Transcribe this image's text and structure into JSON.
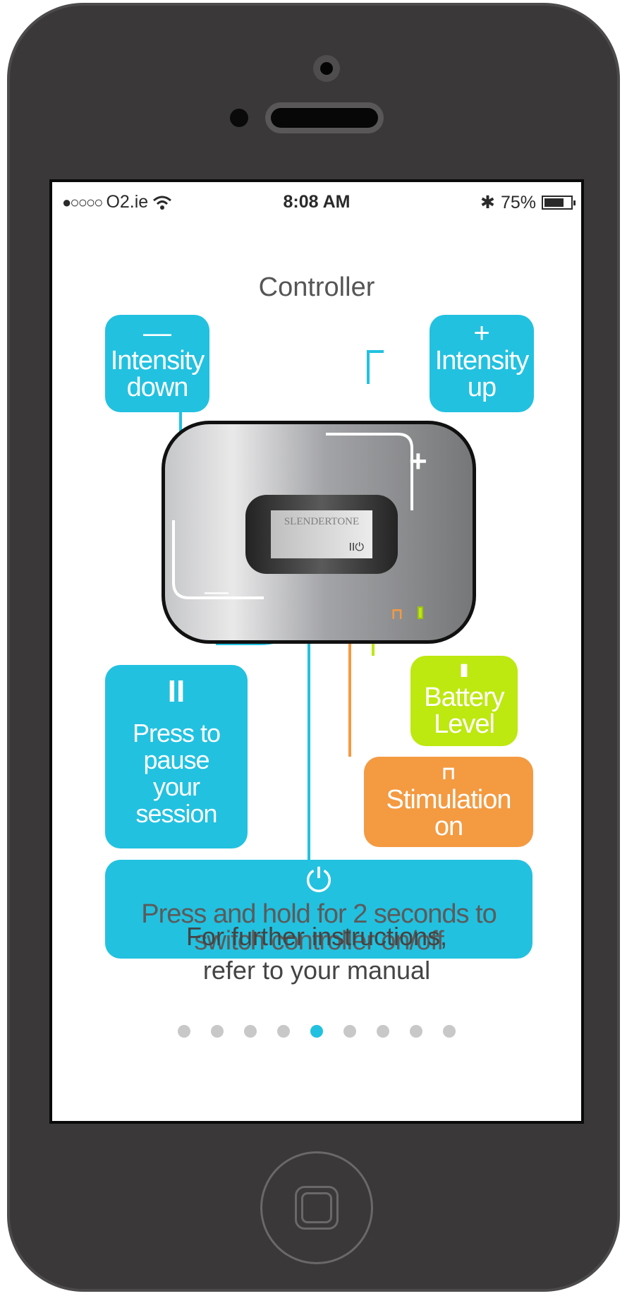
{
  "status_bar": {
    "signal": "●○○○○",
    "carrier": "O2.ie",
    "time": "8:08 AM",
    "bluetooth": "✱",
    "battery_percent": "75%",
    "battery_level": 0.75
  },
  "page": {
    "title": "Controller"
  },
  "controls": {
    "intensity_down": {
      "glyph": "—",
      "line1": "Intensity",
      "line2": "down"
    },
    "intensity_up": {
      "glyph": "+",
      "line1": "Intensity",
      "line2": "up"
    },
    "pause": {
      "glyph": "II",
      "line1": "Press to",
      "line2": "pause",
      "line3": "your",
      "line4": "session"
    },
    "battery": {
      "glyph": "▮",
      "line1": "Battery",
      "line2": "Level"
    },
    "stimulation": {
      "glyph": "⊓",
      "line1": "Stimulation",
      "line2": "on"
    },
    "power": {
      "glyph": "⏻",
      "line1": "Press and hold for 2 seconds to",
      "line2": "switch controller on/off"
    }
  },
  "device": {
    "brand": "SLENDERTONE",
    "button_symbols": "II⏻",
    "plus": "+",
    "minus": "—",
    "pulse_symbol": "⊓"
  },
  "footer": {
    "line1": "For further instructions,",
    "line2": "refer to your manual"
  },
  "pagination": {
    "total": 9,
    "current": 5
  },
  "colors": {
    "accent_blue": "#22c1e0",
    "battery_green": "#bde810",
    "stimulation_orange": "#f49a41",
    "phone_body": "#3a3838"
  }
}
